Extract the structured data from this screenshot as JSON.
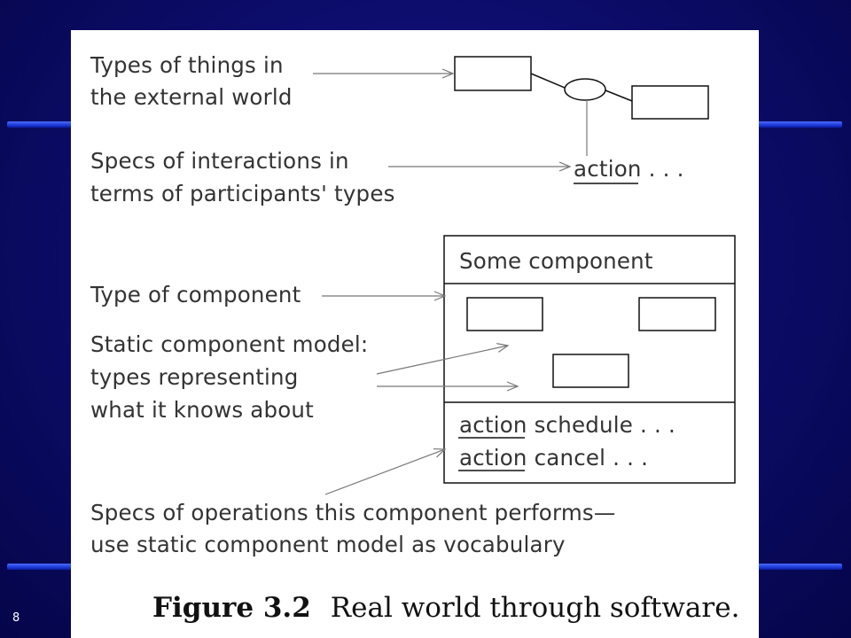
{
  "slide": {
    "page_number": "8"
  },
  "diagram": {
    "labels": {
      "external_world_1": "Types of things in",
      "external_world_2": "the external world",
      "interactions_1": "Specs of interactions in",
      "interactions_2": "terms of participants' types",
      "component_type": "Type of component",
      "static_model_1": "Static component model:",
      "static_model_2": "types representing",
      "static_model_3": "what it knows about",
      "operations_1": "Specs of operations this component performs—",
      "operations_2": "use static component model as vocabulary"
    },
    "action_top": "action",
    "ellipsis": " . . .",
    "component": {
      "title": "Some component",
      "action_keyword": "action",
      "action1_name": " schedule . . .",
      "action2_name": " cancel . . ."
    },
    "caption": {
      "number": "Figure 3.2",
      "text": "Real world through software."
    }
  }
}
